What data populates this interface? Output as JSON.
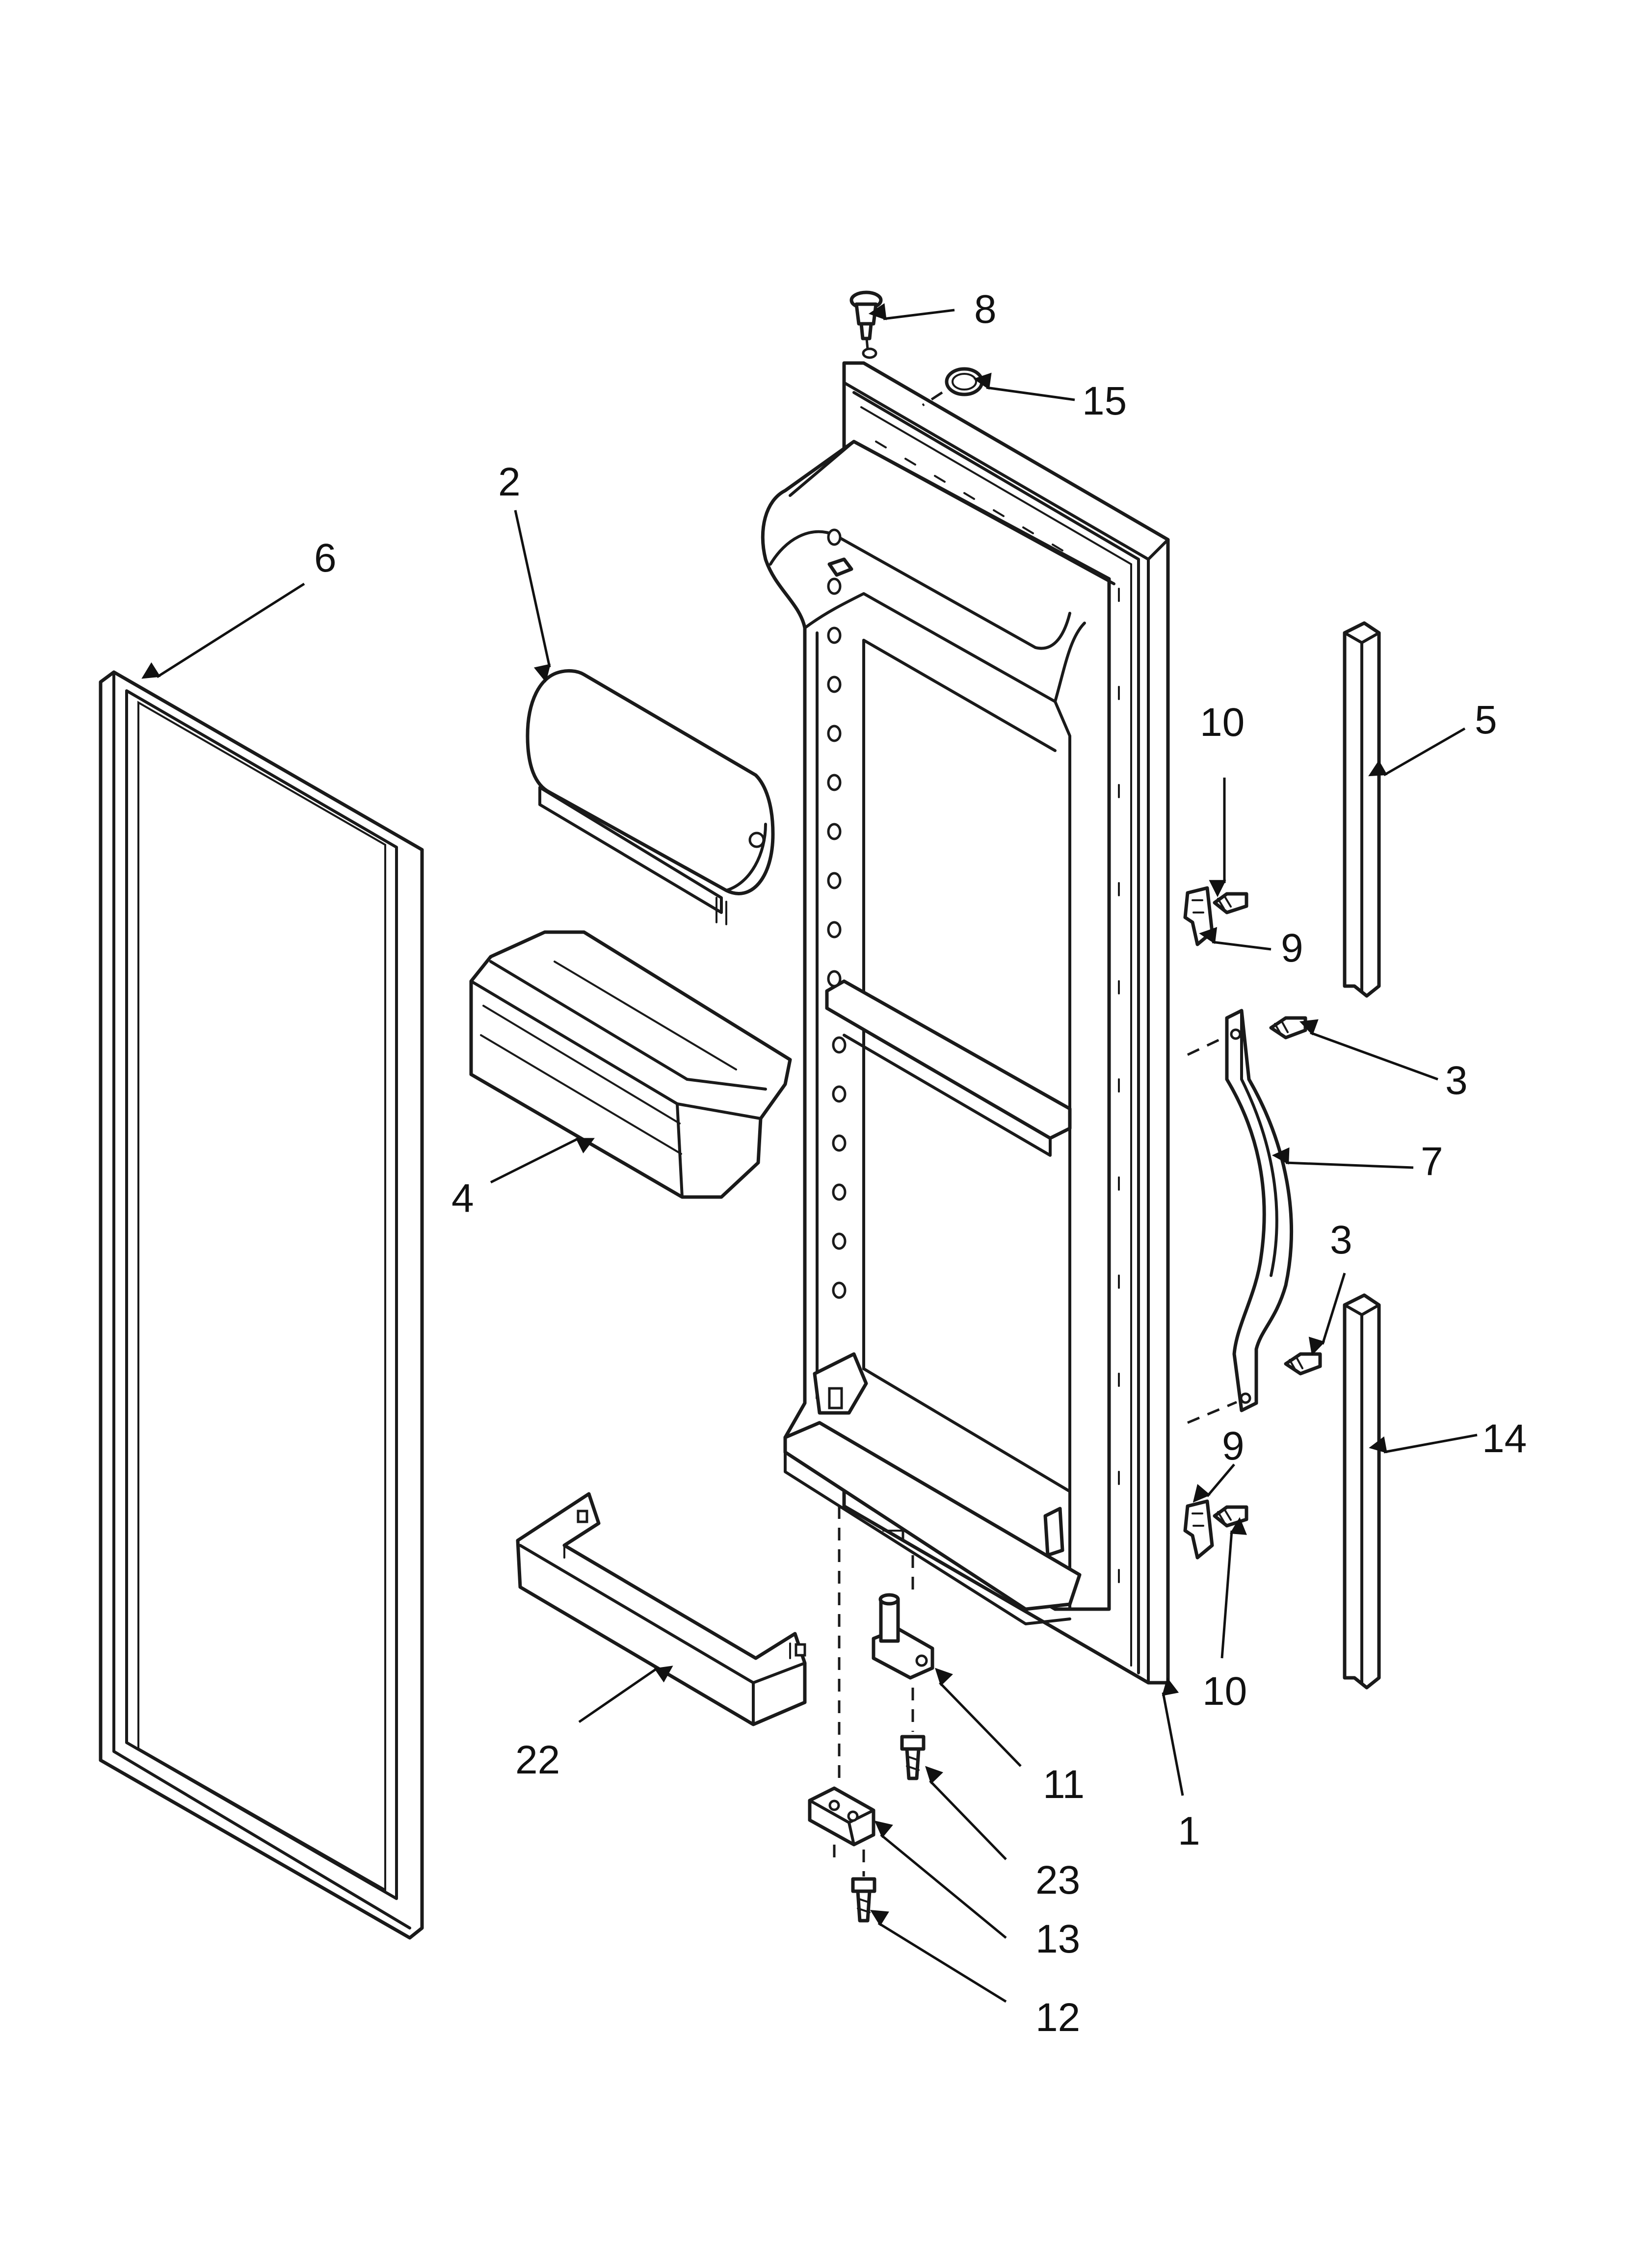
{
  "callouts": [
    {
      "id": "c8",
      "text": "8"
    },
    {
      "id": "c15",
      "text": "15"
    },
    {
      "id": "c2",
      "text": "2"
    },
    {
      "id": "c6",
      "text": "6"
    },
    {
      "id": "c10a",
      "text": "10"
    },
    {
      "id": "c5",
      "text": "5"
    },
    {
      "id": "c9a",
      "text": "9"
    },
    {
      "id": "c3a",
      "text": "3"
    },
    {
      "id": "c7",
      "text": "7"
    },
    {
      "id": "c3b",
      "text": "3"
    },
    {
      "id": "c4",
      "text": "4"
    },
    {
      "id": "c9b",
      "text": "9"
    },
    {
      "id": "c14",
      "text": "14"
    },
    {
      "id": "c10b",
      "text": "10"
    },
    {
      "id": "c22",
      "text": "22"
    },
    {
      "id": "c11",
      "text": "11"
    },
    {
      "id": "c1",
      "text": "1"
    },
    {
      "id": "c23",
      "text": "23"
    },
    {
      "id": "c13",
      "text": "13"
    },
    {
      "id": "c12",
      "text": "12"
    }
  ]
}
